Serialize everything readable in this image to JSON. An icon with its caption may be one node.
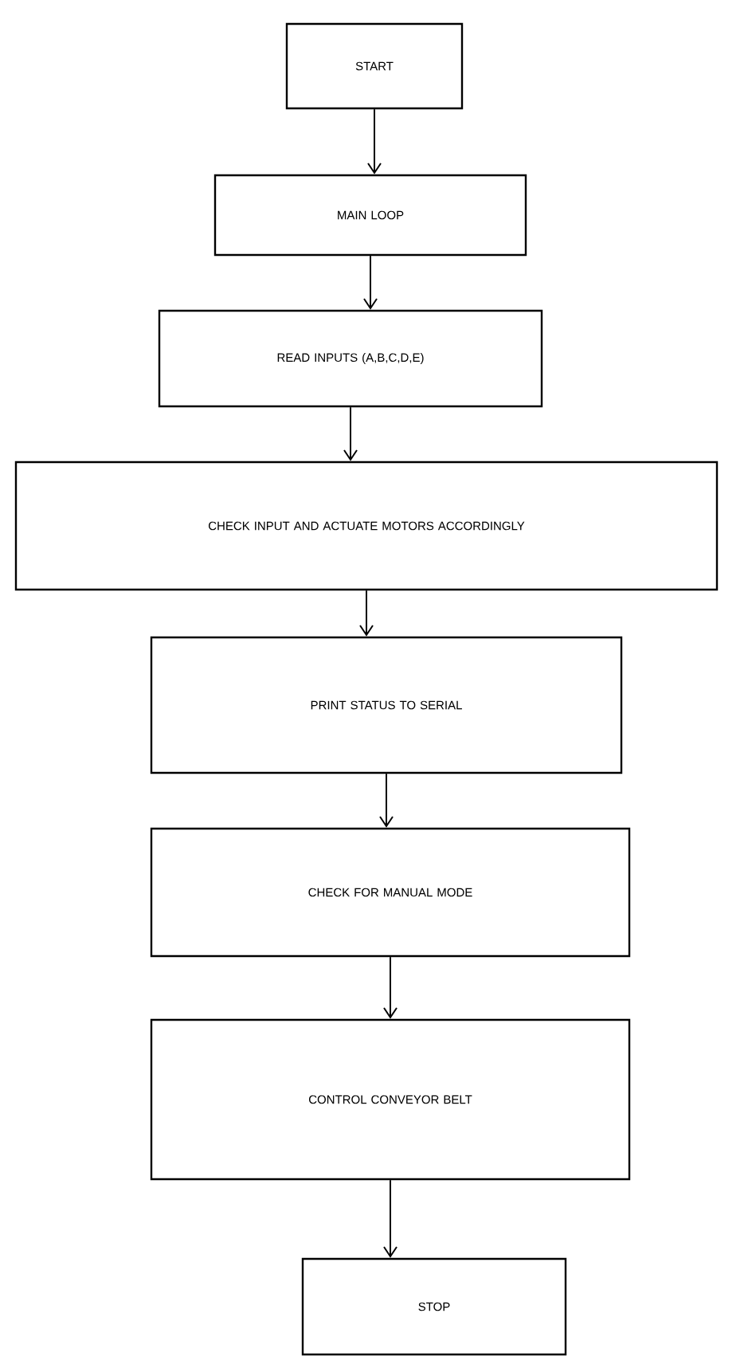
{
  "diagram": {
    "nodes": [
      {
        "text": [
          "START"
        ]
      },
      {
        "text": [
          "MAIN LOOP"
        ]
      },
      {
        "text": [
          "READ INPUTS (A,B,C,D,E)"
        ]
      },
      {
        "text": [
          "CHECK INPUT AND ACTUATE MOTORS ACCORDINGLY"
        ]
      },
      {
        "text": [
          "PRINT STATUS TO SERIAL"
        ]
      },
      {
        "text": [
          "CHECK FOR MANUAL MODE"
        ]
      },
      {
        "text": [
          "CONTROL CONVEYOR BELT"
        ]
      },
      {
        "text": [
          "STOP"
        ]
      }
    ],
    "edges": [
      {
        "from": 0,
        "to": 1,
        "arrow": "to"
      },
      {
        "from": 1,
        "to": 2,
        "arrow": "to"
      },
      {
        "from": 2,
        "to": 3,
        "arrow": "to"
      },
      {
        "from": 3,
        "to": 4,
        "arrow": "to"
      },
      {
        "from": 4,
        "to": 5,
        "arrow": "to"
      },
      {
        "from": 5,
        "to": 6,
        "arrow": "to"
      },
      {
        "from": 6,
        "to": 7,
        "arrow": "to"
      }
    ]
  }
}
